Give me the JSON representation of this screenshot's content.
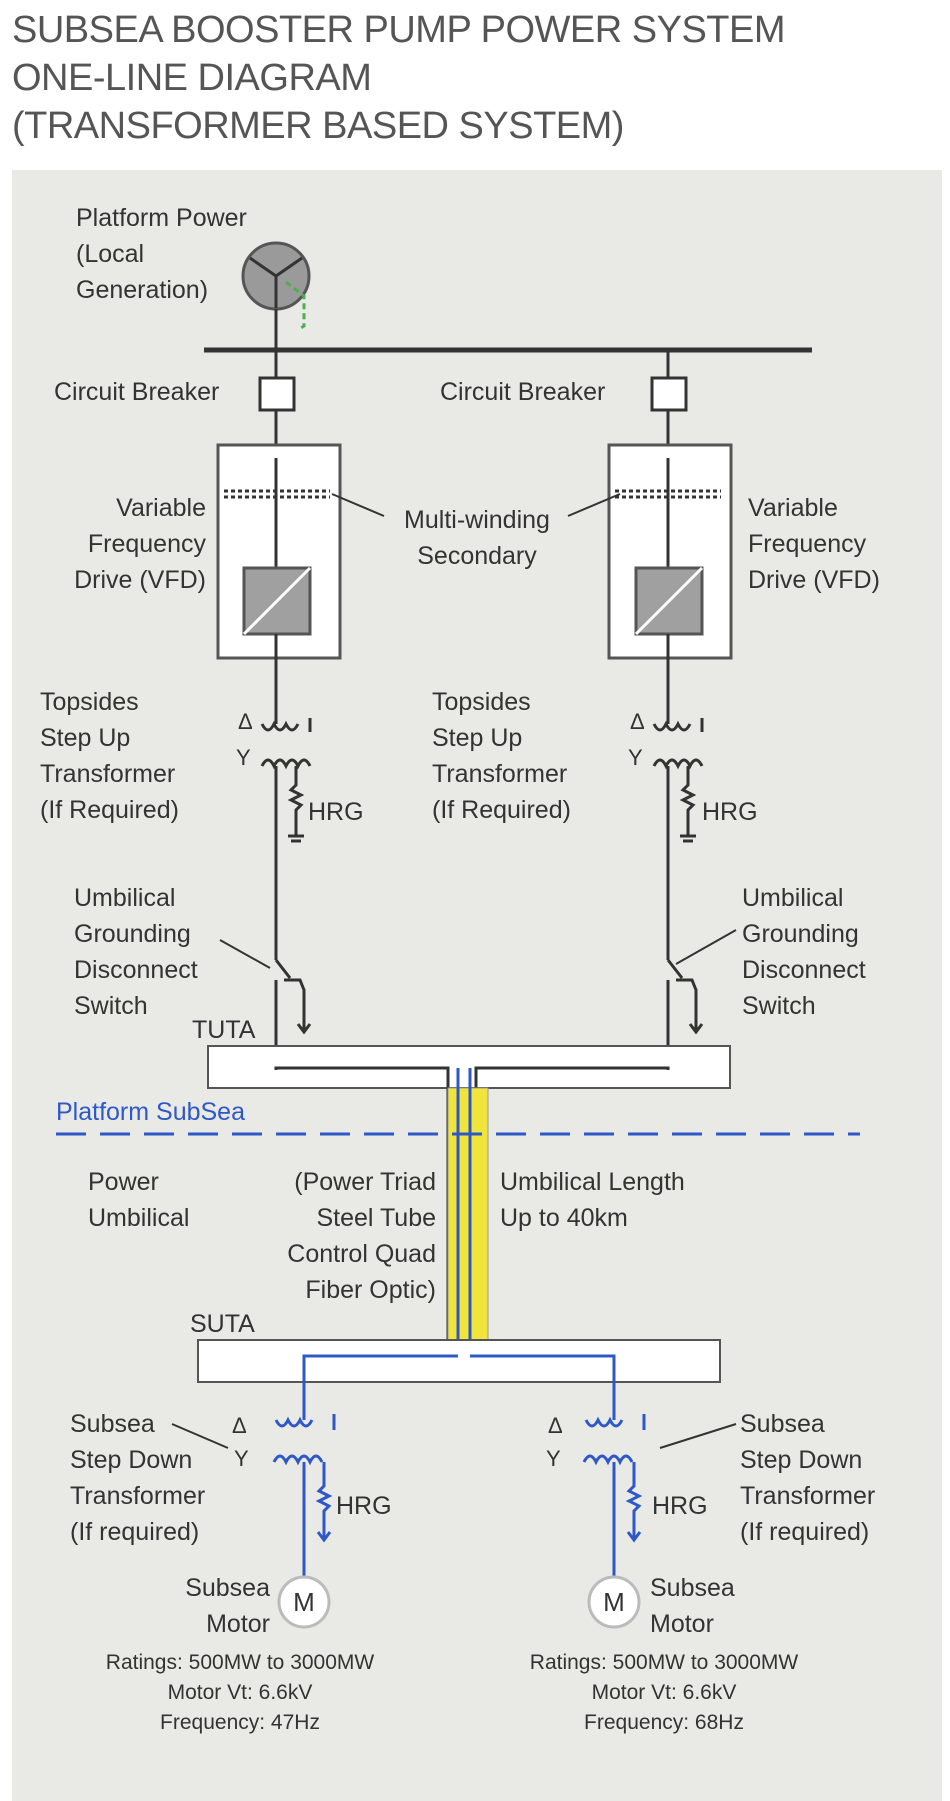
{
  "title": {
    "line1": "SUBSEA BOOSTER PUMP POWER SYSTEM",
    "line2": "ONE-LINE DIAGRAM",
    "line3": "(TRANSFORMER BASED SYSTEM)"
  },
  "labels": {
    "platform_power": [
      "Platform Power",
      "(Local",
      "Generation)"
    ],
    "circuit_breaker_left": "Circuit Breaker",
    "circuit_breaker_right": "Circuit Breaker",
    "vfd_left": [
      "Variable",
      "Frequency",
      "Drive (VFD)"
    ],
    "vfd_right": [
      "Variable",
      "Frequency",
      "Drive (VFD)"
    ],
    "multi_winding": [
      "Multi-winding",
      "Secondary"
    ],
    "topsides_left": [
      "Topsides",
      "Step Up",
      "Transformer",
      "(If Required)"
    ],
    "topsides_right": [
      "Topsides",
      "Step Up",
      "Transformer",
      "(If Required)"
    ],
    "hrg_top_left": "HRG",
    "hrg_top_right": "HRG",
    "ugds_left": [
      "Umbilical",
      "Grounding",
      "Disconnect",
      "Switch"
    ],
    "ugds_right": [
      "Umbilical",
      "Grounding",
      "Disconnect",
      "Switch"
    ],
    "tuta": "TUTA",
    "platform_subsea": "Platform SubSea",
    "power_umbilical": [
      "Power",
      "Umbilical"
    ],
    "umbilical_contents": [
      "(Power Triad",
      "Steel Tube",
      "Control Quad",
      "Fiber Optic)"
    ],
    "umbilical_length": [
      "Umbilical Length",
      "Up to 40km"
    ],
    "suta": "SUTA",
    "subsea_sd_left": [
      "Subsea",
      "Step Down",
      "Transformer",
      "(If required)"
    ],
    "subsea_sd_right": [
      "Subsea",
      "Step Down",
      "Transformer",
      "(If required)"
    ],
    "hrg_bottom_left": "HRG",
    "hrg_bottom_right": "HRG",
    "subsea_motor_left": [
      "Subsea",
      "Motor"
    ],
    "subsea_motor_right": [
      "Subsea",
      "Motor"
    ],
    "motor_symbol": "M",
    "ratings_left": [
      "Ratings: 500MW to 3000MW",
      "Motor Vt: 6.6kV",
      "Frequency: 47Hz"
    ],
    "ratings_right": [
      "Ratings: 500MW to 3000MW",
      "Motor Vt: 6.6kV",
      "Frequency: 68Hz"
    ]
  },
  "colors": {
    "panel": "#e9e9e5",
    "line": "#333333",
    "subsea_blue": "#2e58c8",
    "umbilical_yellow": "#f1e43a"
  }
}
